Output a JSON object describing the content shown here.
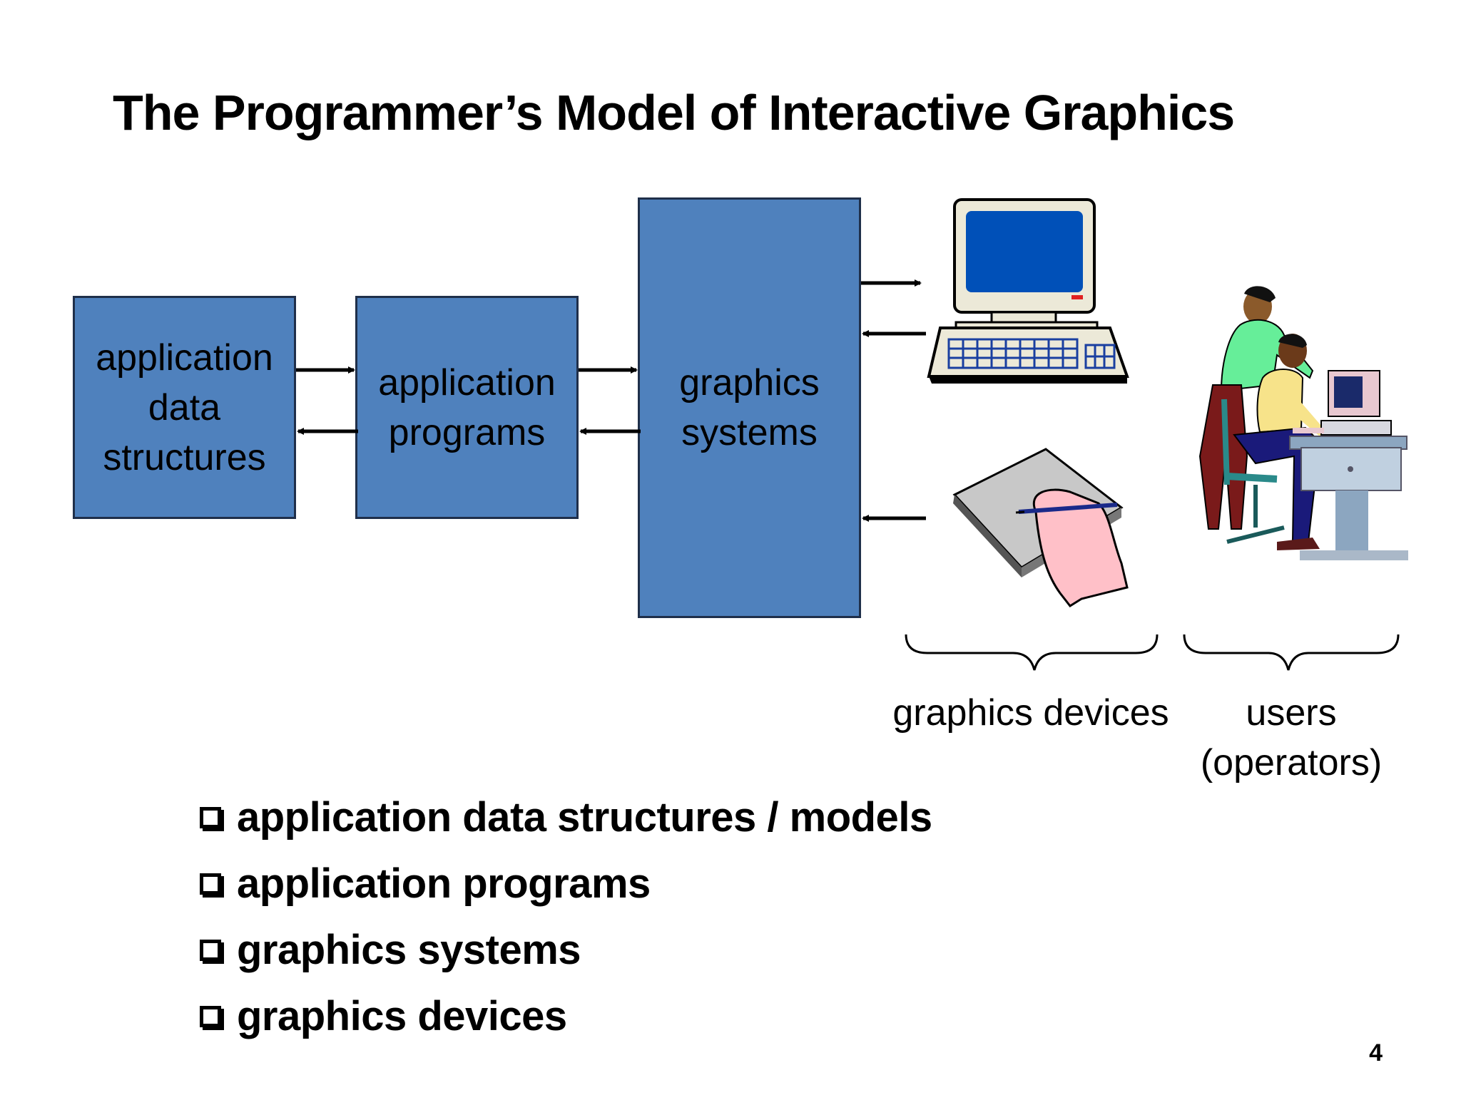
{
  "slide": {
    "title": "The Programmer’s Model of Interactive Graphics",
    "page_number": "4"
  },
  "diagram": {
    "boxes": [
      {
        "id": "application-data-structures",
        "label": "application\ndata\nstructures"
      },
      {
        "id": "application-programs",
        "label": "application\nprograms"
      },
      {
        "id": "graphics-systems",
        "label": "graphics\nsystems"
      }
    ],
    "colors": {
      "box_fill": "#4f81bd",
      "box_border": "#1f2f4a",
      "monitor_screen": "#0050b8",
      "user_shirt_green": "#66ee99"
    },
    "captions": {
      "devices": "graphics devices",
      "users": "users\n(operators)"
    },
    "icons": [
      "computer-terminal-icon",
      "graphics-tablet-pen-icon",
      "users-at-workstation-icon"
    ]
  },
  "bullets": [
    "application data structures / models",
    "application programs",
    "graphics systems",
    "graphics devices"
  ]
}
